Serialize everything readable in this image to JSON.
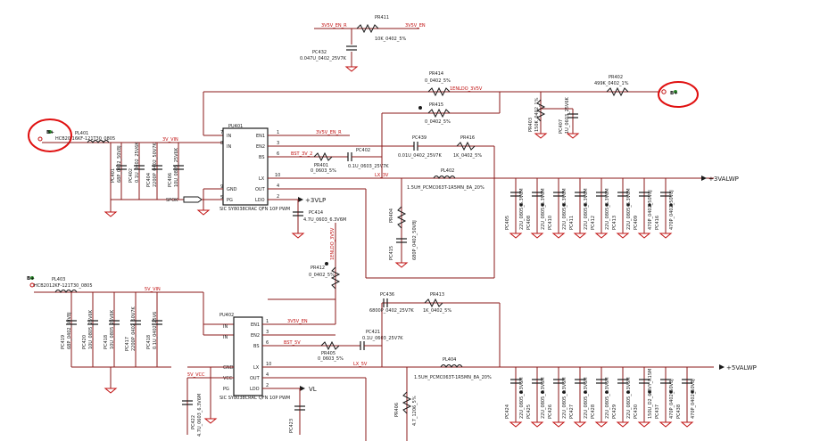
{
  "title_text": "",
  "colors": {
    "wire": "#8b1a1a",
    "annotation": "#e01010",
    "ground": "#c01010",
    "text": "#1a1a1a"
  },
  "top": {
    "pr411": "PR411",
    "pr411_val": "10K_0402_5%",
    "net_3v5v_en_r": "3V5V_EN_R",
    "net_3v5v_en": "3V5V_EN",
    "pc432": "PC432",
    "pc432_val": "0.047U_0402_25V7K",
    "pr414": "PR414",
    "pr414_val": "0_0402_5%",
    "pr415": "PR415",
    "pr415_val": "0_0402_5%",
    "net_enldo": "1ENLDO_3V5V",
    "pr402": "PR402",
    "pr402_val": "499K_0402_1%",
    "pr403": "PR403",
    "pr403_val": "150K_0402_1%",
    "pc407": "PC407",
    "pc407_val": "1U_0603_25V6K",
    "bplus": "B+"
  },
  "pu401": {
    "ref": "PU401",
    "part": "SIC SY8038CRAC QFN 10P PWM",
    "pins_left": [
      "IN",
      "IN",
      "GND",
      "PG"
    ],
    "pins_left_num": [
      "7",
      "8",
      "9",
      "5"
    ],
    "pins_right": [
      "EN1",
      "EN2",
      "BS",
      "LX",
      "OUT",
      "LDO"
    ],
    "pins_right_num": [
      "1",
      "3",
      "6",
      "10",
      "4",
      "2"
    ],
    "pl401": "PL401",
    "pl401_val": "HCB20 16KF-121T30_0805",
    "net_3v_vin": "3V_VIN",
    "caps": [
      "PC401",
      "PC402",
      "PC404",
      "PC406"
    ],
    "caps_val": [
      "68P_0402_50V8J",
      "0.1U_0402_25V6K",
      "2200P_0402_50V7K",
      "10U_0805_25V6K"
    ],
    "net_bst": "BST_3V_2",
    "pr401": "PR401",
    "pr401_val": "0_0603_5%",
    "pc402": "PC402",
    "pc402_val": "0.1U_0603_25V7K",
    "pc439": "PC439",
    "pc439_val": "0.01U_0402_25V7K",
    "pr416": "PR416",
    "pr416_val": "1K_0402_5%",
    "pl402": "PL402",
    "pl402_val": "1.5UH_PCMC063T-1R5MN_8A_20%",
    "net_lx": "LX_3V",
    "net_3v5v_en_r": "3V5V_EN_R",
    "out_label": "+3VALWP",
    "spok": "SPOK",
    "pc414": "PC414",
    "pc414_val": "4.7U_0603_6.3V6M",
    "net_3vlp": "+3VLP",
    "pr404": "PR404",
    "pc415": "PC415",
    "pc415_val": "680P_0402_50V8J",
    "out_caps": [
      "PC405",
      "PC408",
      "PC410",
      "PC411",
      "PC412",
      "PC413",
      "PC409",
      "PC416"
    ],
    "out_caps_val": [
      "22U_0805_6.3V6M",
      "22U_0805_6.3V6M",
      "22U_0805_6.3V6M",
      "22U_0805_6.3V6M",
      "22U_0805_6.3V6M",
      "22U_0805_6.3V6M",
      "470P_0402_50V8J",
      "470P_0402_50V8J"
    ],
    "pr412": "PR412",
    "pr412_val": "0_0402_5%"
  },
  "pu402": {
    "ref": "PU402",
    "part": "SIC SY8038CRAC QFN 10P PWM",
    "pins_left": [
      "IN",
      "IN",
      "GND",
      "VCC",
      "PG"
    ],
    "pins_left_num": [
      "7",
      "8",
      "9",
      "5",
      ""
    ],
    "pins_right": [
      "EN1",
      "EN2",
      "BS",
      "LX",
      "OUT",
      "LDO"
    ],
    "pins_right_num": [
      "1",
      "3",
      "6",
      "10",
      "4",
      "2"
    ],
    "pl403": "PL403",
    "pl403_val": "HCB2012KF-121T30_0805",
    "net_5v_vin": "5V_VIN",
    "caps": [
      "PC419",
      "PC420",
      "PC418",
      "PC417",
      "PC418"
    ],
    "caps_val": [
      "68P_0402_50V8J",
      "10U_0805_25V6K",
      "10U_0805_25V6K",
      "2200P_0402_50V7K",
      "0.1U_0402_25V6"
    ],
    "net_3v5v_en": "3V5V_EN",
    "net_bst": "BST_5V",
    "pr405": "PR405",
    "pr405_val": "0_0603_5%",
    "pc421": "PC421",
    "pc421_val": "0.1U_0603_25V7K",
    "pc436": "PC436",
    "pc436_val": "6800P_0402_25V7K",
    "pr413": "PR413",
    "pr413_val": "1K_0402_5%",
    "pl404": "PL404",
    "pl404_val": "1.5UH_PCMC063T-1R5MN_8A_20%",
    "net_lx": "LX_5V",
    "net_vcc": "5V_VCC",
    "out_label": "+5VALWP",
    "vl": "VL",
    "pc422": "PC422",
    "pc422_val": "4.7U_0603_6.3V6M",
    "pc423": "PC423",
    "pr406": "PR406",
    "pr406_val": "4.7_1206_5%",
    "out_caps": [
      "PC424",
      "PC425",
      "PC426",
      "PC427",
      "PC428",
      "PC429",
      "PC430",
      "PC437",
      "PC438"
    ],
    "out_caps_val": [
      "22U_0805_6.3V6M",
      "22U_0805_6.3V6M",
      "22U_0805_6.3V6M",
      "22U_0805_6.3V6M",
      "22U_0805_6.3V6M",
      "22U_0805_6.3V6M",
      "150U_D2_6.3VY_R15M",
      "470P_0402_50V8J",
      "470P_0402_50V8J"
    ]
  }
}
